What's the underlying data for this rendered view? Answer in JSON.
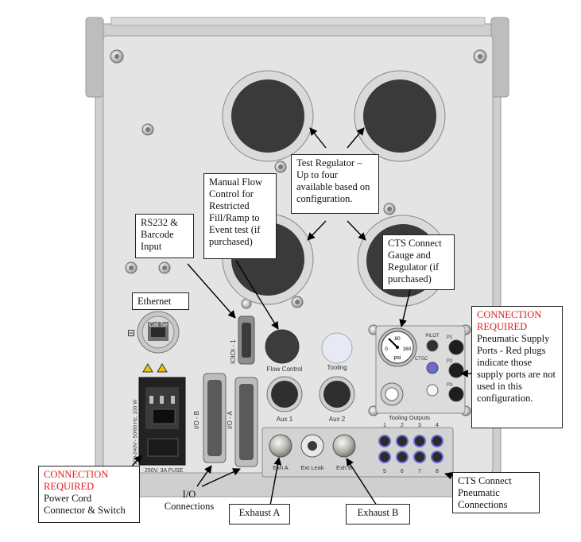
{
  "panel": {
    "cat_label": "Cat 5e",
    "port_label": "IOIOI - 1",
    "flow_control_label": "Flow Control",
    "tooling_label": "Tooling",
    "aux1_label": "Aux 1",
    "aux2_label": "Aux 2",
    "io_b_label": "I/O - B",
    "io_a_label": "I/O - A",
    "power_rating": "100-240V~ 50/60 Hz, 100 W",
    "fuse_label": "250V, 3A FUSE",
    "exh_a_label": "Exh A",
    "ext_leak_label": "Ext Leak",
    "exh_b_label": "Exh B",
    "tooling_outputs_label": "Tooling Outputs",
    "outputs_top": [
      "1",
      "2",
      "3",
      "4"
    ],
    "outputs_bottom": [
      "5",
      "6",
      "7",
      "8"
    ],
    "gauge_value_top": "80",
    "gauge_value_left": "0",
    "gauge_value_right": "160",
    "gauge_unit": "psi",
    "pilot_label": "PILOT",
    "ctsc_label": "CTSC",
    "p1_label": "P1",
    "p2_label": "P2",
    "p3_label": "P3"
  },
  "callouts": {
    "test_regulator": "Test Regulator – Up to four available based on configuration.",
    "manual_flow": "Manual Flow Control for Restricted Fill/Ramp to Event test (if purchased)",
    "rs232": "RS232 & Barcode Input",
    "ethernet": "Ethernet",
    "cts_gauge": "CTS Connect Gauge and Regulator (if purchased)",
    "pneumatic_req": "CONNECTION REQUIRED",
    "pneumatic_text": "Pneumatic Supply Ports - Red plugs indicate those supply ports are not used in this configuration.",
    "power_req": "CONNECTION REQUIRED",
    "power_text": "Power Cord Connector & Switch",
    "io": "I/O Connections",
    "exhaust_a": "Exhaust A",
    "exhaust_b": "Exhaust B",
    "cts_pneumatic": "CTS Connect Pneumatic Connections"
  },
  "colors": {
    "panel": "#e4e4e4",
    "frame": "#c9c9c9",
    "regulator": "#3a3a3a",
    "required": "#e02020"
  }
}
